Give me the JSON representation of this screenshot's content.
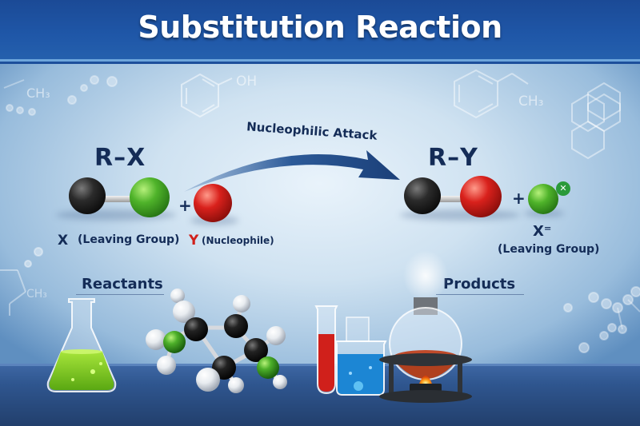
{
  "title": "Substitution Reaction",
  "reactants": {
    "formula": "R–X",
    "plus": "+",
    "leaving_group_symbol": "X",
    "leaving_group_label": "(Leaving Group)",
    "nucleophile_symbol": "Y",
    "nucleophile_label": "(Nucleophile)"
  },
  "arrow": {
    "label": "Nucleophilic Attack"
  },
  "products": {
    "formula": "R–Y",
    "plus": "+",
    "leaving_group_symbol": "X⁼",
    "leaving_group_label": "(Leaving Group)"
  },
  "sections": {
    "reactants_label": "Reactants",
    "products_label": "Products"
  },
  "background_structures": {
    "top_left": "CH₃",
    "top_center": "OH",
    "top_right": "CH₃",
    "left_bottom": "CH₃"
  },
  "colors": {
    "header": "#1f57a8",
    "text": "#142c57",
    "carbon": "#111111",
    "halogen": "#3fa52a",
    "nucleophile": "#cc1f1a",
    "table": "#2f568f"
  }
}
